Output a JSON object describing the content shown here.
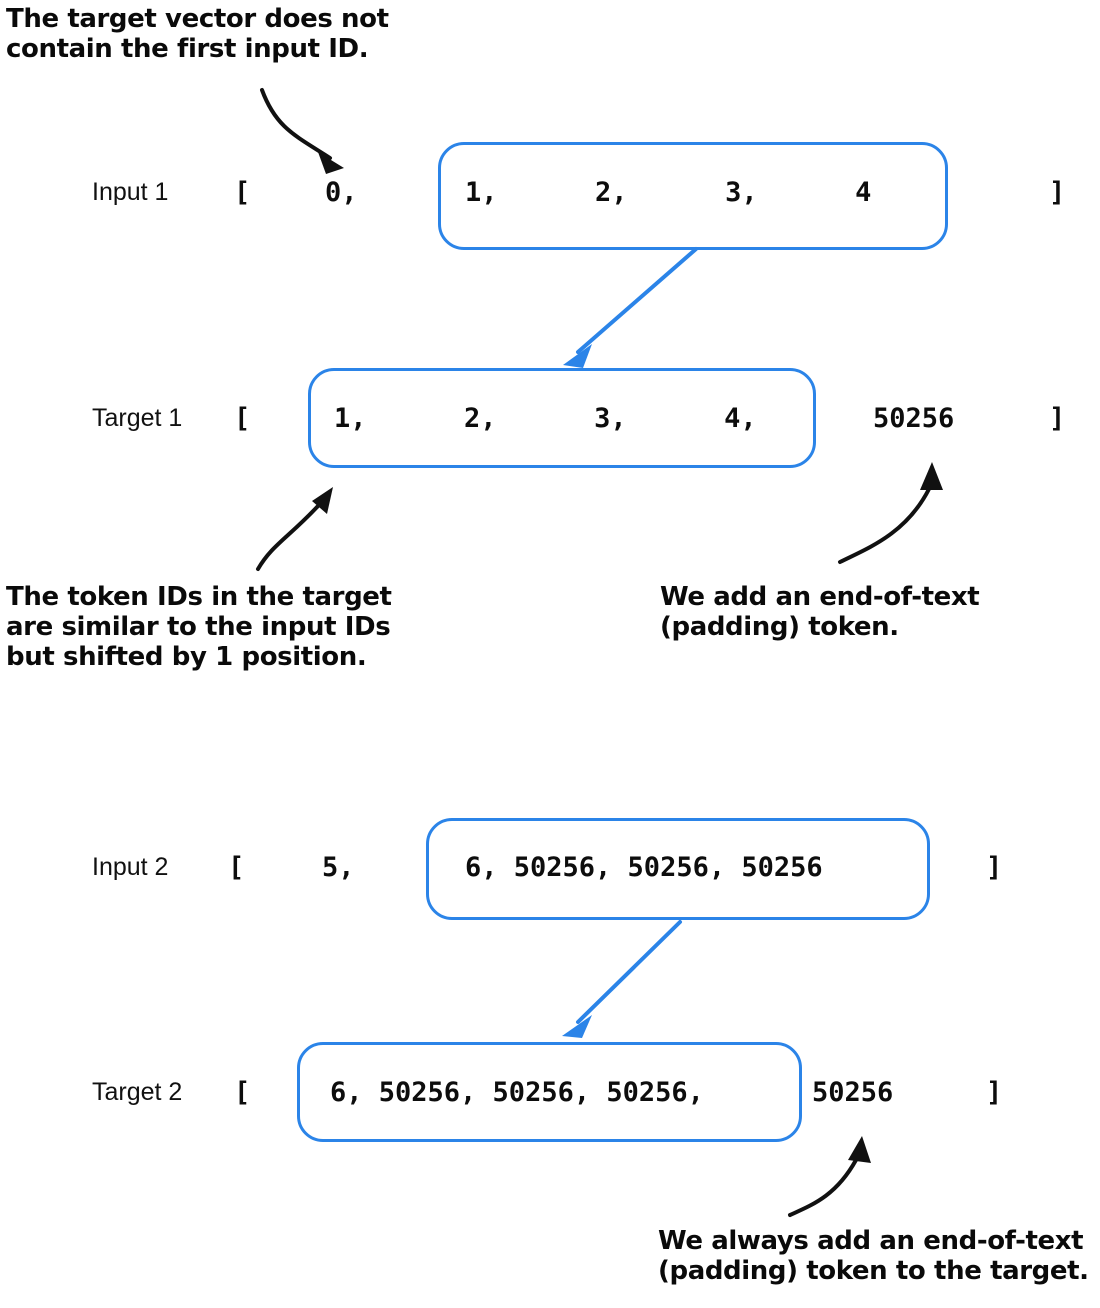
{
  "figure": {
    "title": "Input/target token ID shifting with end-of-text padding",
    "accent_color": "#2b84e8",
    "text_color": "#0a0a0a"
  },
  "callouts": {
    "top_left": "The target vector does not\ncontain the first input ID.",
    "mid_left": "The token IDs in the target\nare similar to the input IDs\nbut shifted by 1 position.",
    "mid_right": "We add an end-of-text\n(padding) token.",
    "bottom_right": "We always add an end-of-text\n(padding) token to the target."
  },
  "rows": {
    "input1": {
      "label": "Input 1",
      "open_bracket": "[",
      "close_bracket": "]",
      "outside_left": "0,",
      "boxed": "1,      2,      3,      4",
      "outside_right": "",
      "tokens": [
        0,
        1,
        2,
        3,
        4
      ],
      "boxed_tokens": [
        1,
        2,
        3,
        4
      ]
    },
    "target1": {
      "label": "Target 1",
      "open_bracket": "[",
      "close_bracket": "]",
      "outside_left": "",
      "boxed": "1,      2,      3,      4,",
      "outside_right": "50256",
      "tokens": [
        1,
        2,
        3,
        4,
        50256
      ],
      "boxed_tokens": [
        1,
        2,
        3,
        4
      ]
    },
    "input2": {
      "label": "Input 2",
      "open_bracket": "[",
      "close_bracket": "]",
      "outside_left": "5,",
      "boxed": "6, 50256, 50256, 50256",
      "outside_right": "",
      "tokens": [
        5,
        6,
        50256,
        50256,
        50256
      ],
      "boxed_tokens": [
        6,
        50256,
        50256,
        50256
      ]
    },
    "target2": {
      "label": "Target 2",
      "open_bracket": "[",
      "close_bracket": "]",
      "outside_left": "",
      "boxed": "6, 50256, 50256, 50256,",
      "outside_right": "50256",
      "tokens": [
        6,
        50256,
        50256,
        50256,
        50256
      ],
      "boxed_tokens": [
        6,
        50256,
        50256,
        50256
      ]
    }
  },
  "arrows": {
    "top_callout_to_first_id": "curved black arrow",
    "input1_box_to_target1_box": "blue straight arrow",
    "target1_box_to_shift_callout": "curved black arrow",
    "target1_pad_to_padding_callout": "curved black arrow",
    "input2_box_to_target2_box": "blue straight arrow",
    "target2_pad_to_padding_callout": "curved black arrow"
  }
}
